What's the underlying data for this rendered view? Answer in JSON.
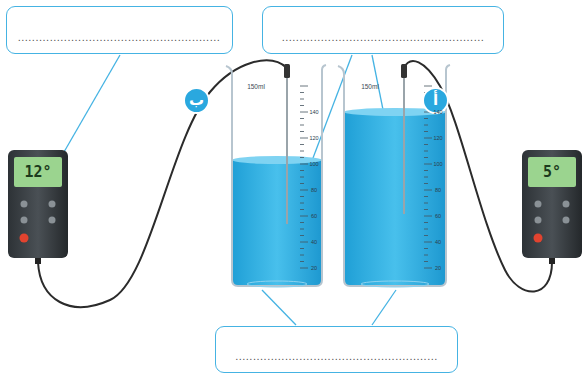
{
  "diagram": {
    "nodes": [
      {
        "text": [
          "........................................................."
        ]
      },
      {
        "text": [
          "........................................................."
        ]
      },
      {
        "text": [
          "........................................................."
        ]
      },
      {
        "text": [
          "ب"
        ]
      },
      {
        "text": [
          "أ"
        ]
      }
    ],
    "labels": [
      "12°",
      "5°",
      "150ml",
      "150ml",
      "140",
      "120",
      "100",
      "80",
      "60",
      "40",
      "20",
      "140",
      "120",
      "100",
      "80",
      "60",
      "40",
      "20"
    ]
  }
}
